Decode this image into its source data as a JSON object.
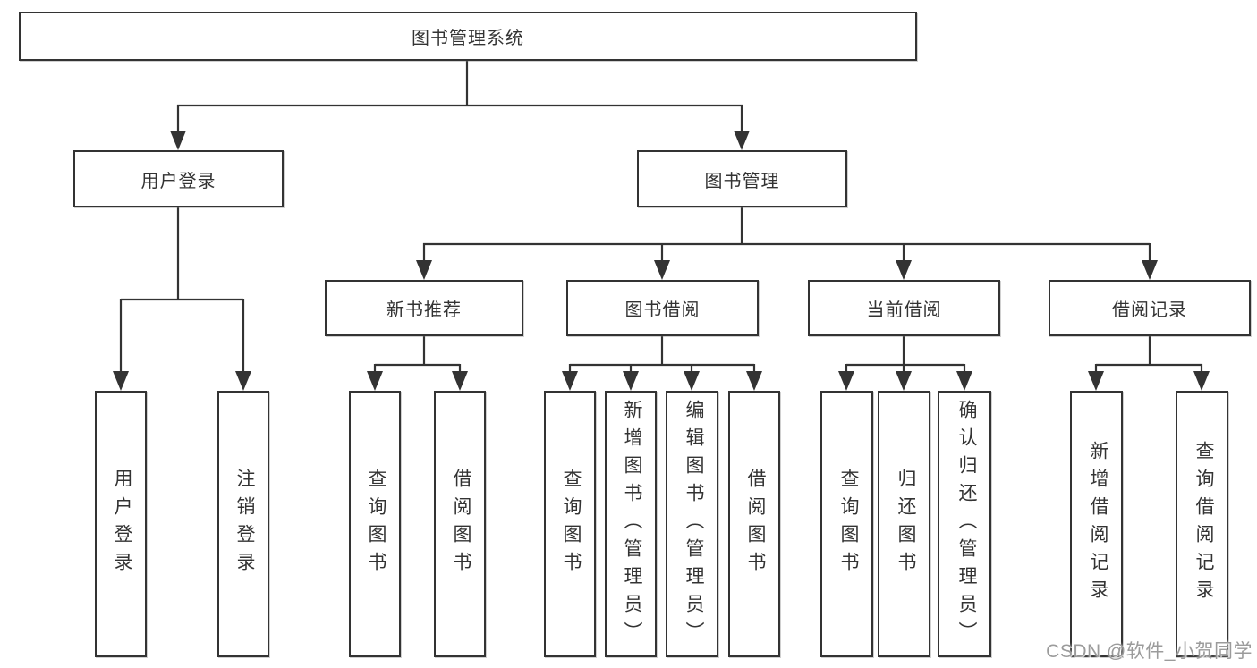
{
  "diagram": {
    "type": "hierarchy-tree",
    "root": "图书管理系统",
    "level2": {
      "user_login": "用户登录",
      "book_mgmt": "图书管理"
    },
    "level3": {
      "new_book": "新书推荐",
      "book_borrow": "图书借阅",
      "current_borrow": "当前借阅",
      "borrow_records": "借阅记录"
    },
    "leaves": {
      "user_login": "用户登录",
      "logout": "注销登录",
      "nb_query": "查询图书",
      "nb_borrow": "借阅图书",
      "bb_query": "查询图书",
      "bb_add": "新增图书（管理员）",
      "bb_edit": "编辑图书（管理员）",
      "bb_borrow": "借阅图书",
      "cb_query": "查询图书",
      "cb_return": "归还图书",
      "cb_confirm": "确认归还（管理员）",
      "br_add": "新增借阅记录",
      "br_query": "查询借阅记录"
    },
    "tree": {
      "label": "图书管理系统",
      "children": [
        {
          "label": "用户登录",
          "children": [
            {
              "label": "用户登录"
            },
            {
              "label": "注销登录"
            }
          ]
        },
        {
          "label": "图书管理",
          "children": [
            {
              "label": "新书推荐",
              "children": [
                {
                  "label": "查询图书"
                },
                {
                  "label": "借阅图书"
                }
              ]
            },
            {
              "label": "图书借阅",
              "children": [
                {
                  "label": "查询图书"
                },
                {
                  "label": "新增图书（管理员）"
                },
                {
                  "label": "编辑图书（管理员）"
                },
                {
                  "label": "借阅图书"
                }
              ]
            },
            {
              "label": "当前借阅",
              "children": [
                {
                  "label": "查询图书"
                },
                {
                  "label": "归还图书"
                },
                {
                  "label": "确认归还（管理员）"
                }
              ]
            },
            {
              "label": "借阅记录",
              "children": [
                {
                  "label": "新增借阅记录"
                },
                {
                  "label": "查询借阅记录"
                }
              ]
            }
          ]
        }
      ]
    }
  },
  "watermark": "CSDN @软件_小贺同学",
  "colors": {
    "line": "#333333",
    "box_border": "#333333",
    "box_background": "#ffffff",
    "text": "#333333",
    "watermark": "#9b9b9b",
    "background": "#ffffff"
  }
}
